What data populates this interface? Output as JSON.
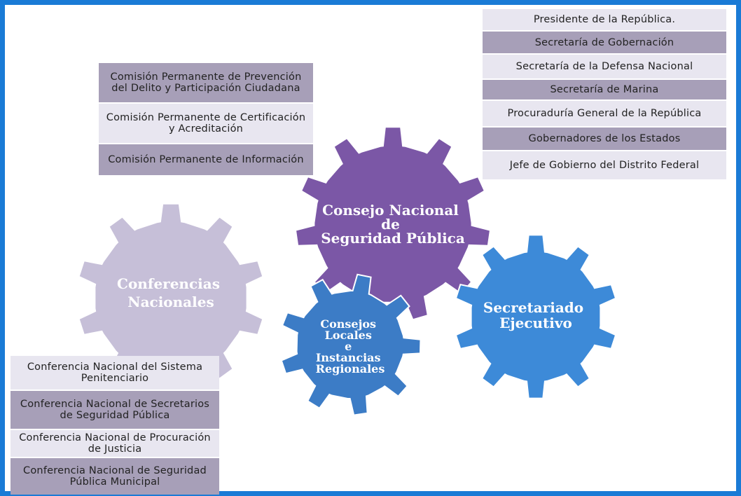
{
  "right_list": [
    "Presidente de la República.",
    "Secretaría de Gobernación",
    "Secretaría de la Defensa Nacional",
    "Secretaría de Marina",
    "Procuraduría General de la República",
    "Gobernadores de los Estados",
    "Jefe de Gobierno del Distrito Federal"
  ],
  "left_top_list": [
    "Comisión Permanente de Prevención del Delito y Participación Ciudadana",
    "Comisión Permanente de Certificación y Acreditación",
    "Comisión Permanente de Información"
  ],
  "left_bottom_list": [
    "Conferencia Nacional del Sistema Penitenciario",
    "Conferencia Nacional de Secretarios de Seguridad Pública",
    "Conferencia Nacional de Procuración de Justicia",
    "Conferencia Nacional de Seguridad Pública Municipal"
  ],
  "gears": {
    "consejo": {
      "lines": [
        "Consejo Nacional",
        "de",
        "Seguridad Pública"
      ],
      "color": "#7b57a6",
      "text_color": "#ffffff"
    },
    "conferencias": {
      "lines": [
        "Conferencias",
        "Nacionales"
      ],
      "color": "#c6bfd8",
      "text_color": "#ffffff"
    },
    "secretariado": {
      "lines": [
        "Secretariado",
        "Ejecutivo"
      ],
      "color": "#3d8ad8",
      "text_color": "#ffffff"
    },
    "consejos_locales": {
      "lines": [
        "Consejos",
        "Locales",
        "e",
        "Instancias",
        "Regionales"
      ],
      "color": "#3c7cc6",
      "text_color": "#ffffff"
    }
  }
}
